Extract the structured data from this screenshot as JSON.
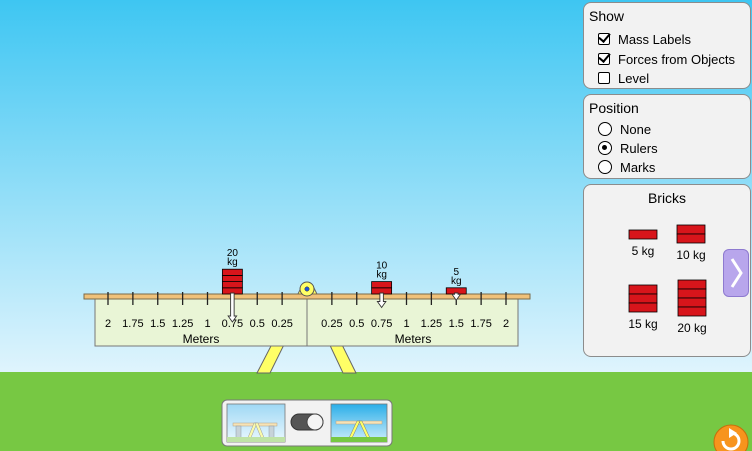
{
  "show_panel": {
    "title": "Show",
    "items": [
      {
        "label": "Mass Labels",
        "checked": true
      },
      {
        "label": "Forces from Objects",
        "checked": true
      },
      {
        "label": "Level",
        "checked": false
      }
    ]
  },
  "position_panel": {
    "title": "Position",
    "options": [
      {
        "label": "None",
        "selected": false
      },
      {
        "label": "Rulers",
        "selected": true
      },
      {
        "label": "Marks",
        "selected": false
      }
    ]
  },
  "bricks_panel": {
    "title": "Bricks",
    "bricks": [
      {
        "label": "5 kg"
      },
      {
        "label": "10 kg"
      },
      {
        "label": "15 kg"
      },
      {
        "label": "20 kg"
      }
    ],
    "next_icon": "chevron-right-icon"
  },
  "plank": {
    "rulers": {
      "left": {
        "ticks": [
          "2",
          "1.75",
          "1.5",
          "1.25",
          "1",
          "0.75",
          "0.5",
          "0.25"
        ],
        "unit": "Meters"
      },
      "right": {
        "ticks": [
          "0.25",
          "0.5",
          "0.75",
          "1",
          "1.25",
          "1.5",
          "1.75",
          "2"
        ],
        "unit": "Meters"
      }
    },
    "masses": [
      {
        "value": "20",
        "unit": "kg",
        "side": "left",
        "position_m": 0.75
      },
      {
        "value": "10",
        "unit": "kg",
        "side": "right",
        "position_m": 0.75
      },
      {
        "value": "5",
        "unit": "kg",
        "side": "right",
        "position_m": 1.5
      }
    ]
  },
  "support_toggle": {
    "state": "removed"
  },
  "reset_icon": "reset-icon",
  "colors": {
    "sky_top": "#3ec6f2",
    "sky_bottom": "#dff4fd",
    "ground": "#77c843",
    "brick": "#d8151b",
    "plank": "#f0c17a",
    "ruler": "#e9f5d6",
    "fulcrum": "#ffff66",
    "reset": "#f7941d",
    "next_button": "#b8a6ec"
  }
}
